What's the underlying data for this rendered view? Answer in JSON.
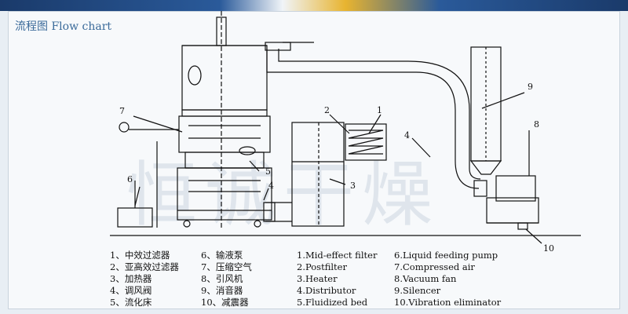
{
  "title": "流程图  Flow chart",
  "watermark": "恒诚干燥",
  "callouts": [
    "1",
    "2",
    "3",
    "4",
    "4",
    "5",
    "6",
    "7",
    "8",
    "9",
    "10"
  ],
  "legend_cn": {
    "col1": [
      "1、中效过滤器",
      "2、亚高效过滤器",
      "3、加热器",
      "4、调风阀",
      "5、流化床"
    ],
    "col2": [
      "6、输液泵",
      "7、压缩空气",
      "8、引风机",
      "9、消音器",
      "10、减震器"
    ]
  },
  "legend_en": {
    "col1": [
      "1.Mid-effect filter",
      "2.Postfilter",
      "3.Heater",
      "4.Distributor",
      "5.Fluidized bed"
    ],
    "col2": [
      "6.Liquid feeding pump",
      "7.Compressed air",
      "8.Vacuum fan",
      "9.Silencer",
      "10.Vibration eliminator"
    ]
  }
}
